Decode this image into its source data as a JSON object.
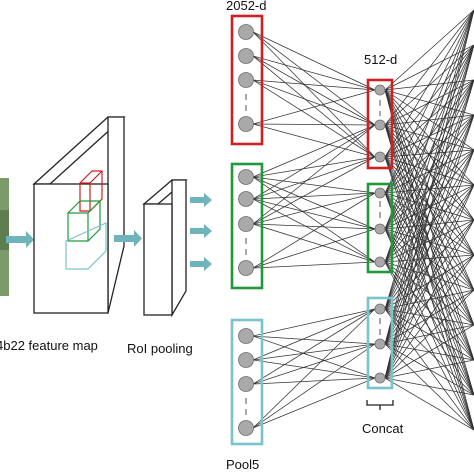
{
  "labels": {
    "feature_map": "4b22 feature map",
    "roi_pooling": "RoI pooling",
    "dim_2052": "2052-d",
    "dim_512": "512-d",
    "concat": "Concat",
    "pool5": "Pool5"
  },
  "colors": {
    "red": "#d11f1f",
    "green": "#1f9a3a",
    "cyan": "#78c3cc",
    "arrow": "#6fb3bb",
    "node": "#a9a9a9",
    "node_edge": "#6d6d6d",
    "line": "#333333",
    "photo": "#7d9a6a"
  },
  "layers": {
    "input_groups": [
      {
        "name": "red",
        "nodes": 4,
        "has_ellipsis": true
      },
      {
        "name": "green",
        "nodes": 4,
        "has_ellipsis": true
      },
      {
        "name": "cyan",
        "nodes": 4,
        "has_ellipsis": true
      }
    ],
    "hidden_groups": [
      {
        "name": "red",
        "nodes": 3,
        "has_ellipsis": true
      },
      {
        "name": "green",
        "nodes": 3,
        "has_ellipsis": true
      },
      {
        "name": "cyan",
        "nodes": 3,
        "has_ellipsis": true
      }
    ]
  }
}
